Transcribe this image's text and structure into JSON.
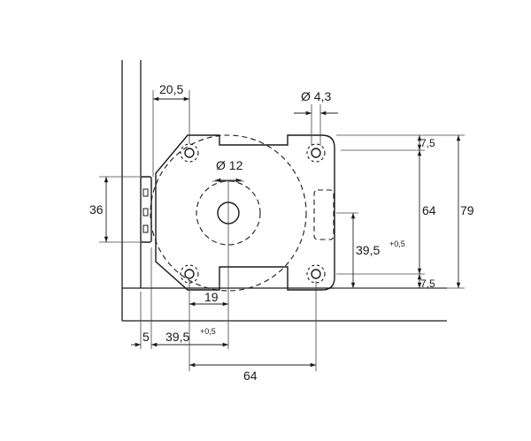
{
  "diagram": {
    "dimensions": {
      "d_20_5": "20,5",
      "d_hole": "Ø 4,3",
      "d_bore": "Ø 12",
      "d_36": "36",
      "d_7_5_top": "7,5",
      "d_64_vert": "64",
      "d_79": "79",
      "d_39_5_right": "39,5",
      "d_7_5_bottom": "7,5",
      "d_19": "19",
      "d_5": "5",
      "d_39_5_bottom": "39,5",
      "d_64_horiz": "64"
    },
    "tolerances": {
      "t_right": "+0,5",
      "t_bottom": "+0,5"
    }
  }
}
